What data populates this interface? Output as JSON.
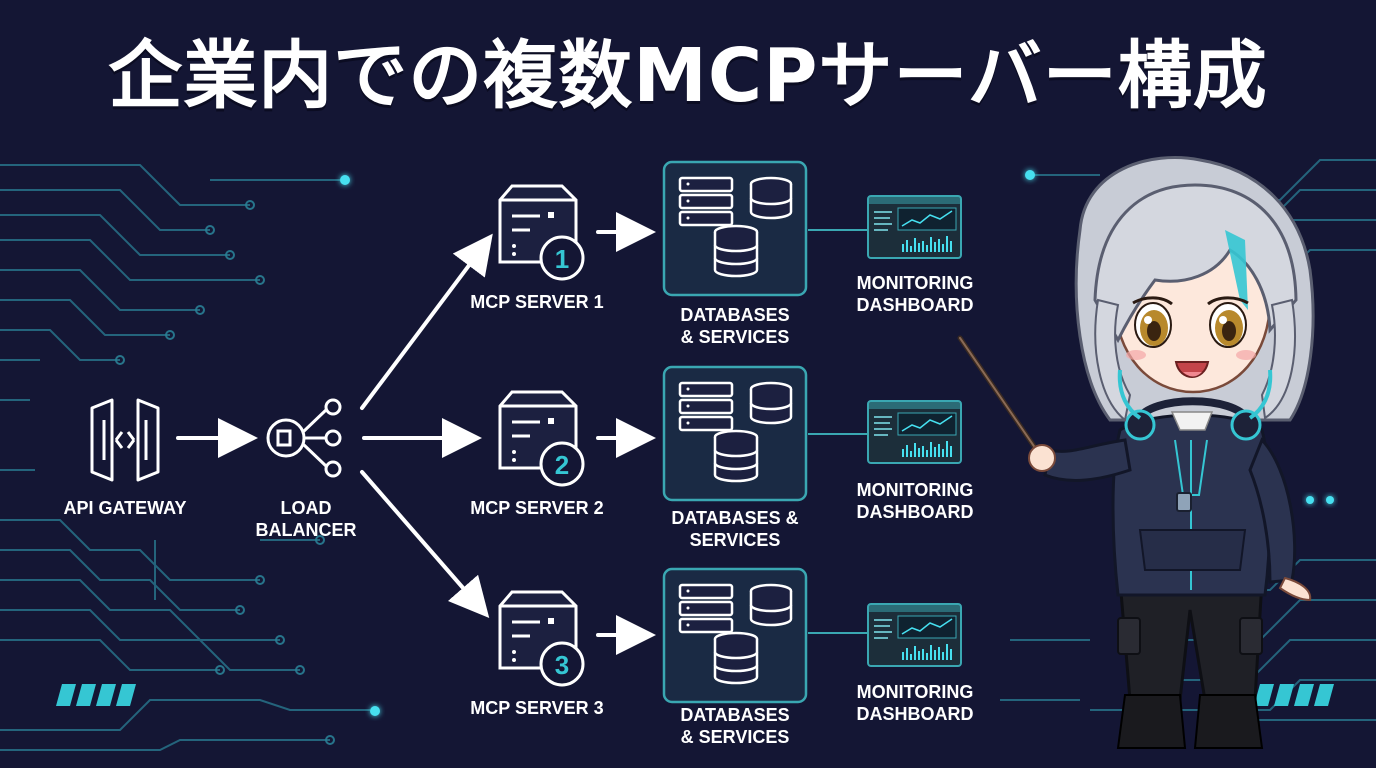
{
  "title": "企業内での複数MCPサーバー構成",
  "colors": {
    "background": "#141634",
    "accent": "#35c6d3",
    "node_line": "#3aa7b2",
    "box_fill": "#1a2a44",
    "text": "#ffffff"
  },
  "gateway": {
    "label": "API GATEWAY",
    "icon": "gateway-icon"
  },
  "load_balancer": {
    "label": "LOAD\nBALANCER",
    "icon": "load-balancer-icon"
  },
  "servers": [
    {
      "label": "MCP SERVER 1",
      "number": "1"
    },
    {
      "label": "MCP SERVER 2",
      "number": "2"
    },
    {
      "label": "MCP SERVER 3",
      "number": "3"
    }
  ],
  "databases": [
    {
      "label": "DATABASES\n& SERVICES"
    },
    {
      "label": "DATABASES &\nSERVICES"
    },
    {
      "label": "DATABASES\n& SERVICES"
    }
  ],
  "dashboards": [
    {
      "label": "MONITORING\nDASHBOARD"
    },
    {
      "label": "MONITORING\nDASHBOARD"
    },
    {
      "label": "MONITORING\nDASHBOARD"
    }
  ],
  "mascot": {
    "icon": "presenter-character-illustration"
  }
}
